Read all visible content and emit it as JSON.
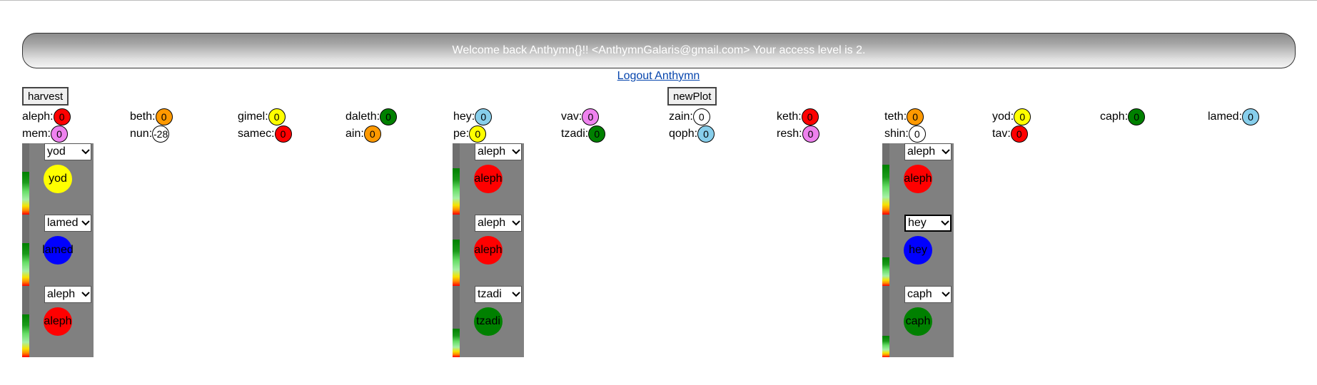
{
  "header": {
    "welcome_text": "Welcome back Anthymn{}!! <AnthymnGalaris@gmail.com> Your access level is 2.",
    "logout_label": "Logout Anthymn"
  },
  "buttons": {
    "harvest_label": "harvest",
    "newplot_label": "newPlot"
  },
  "resources": [
    {
      "name": "aleph:",
      "value": "0",
      "color": "#ff0000"
    },
    {
      "name": "beth:",
      "value": "0",
      "color": "#ff9900"
    },
    {
      "name": "gimel:",
      "value": "0",
      "color": "#ffff00"
    },
    {
      "name": "daleth:",
      "value": "0",
      "color": "#008000"
    },
    {
      "name": "hey:",
      "value": "0",
      "color": "#87ceeb"
    },
    {
      "name": "vav:",
      "value": "0",
      "color": "#ee82ee"
    },
    {
      "name": "zain:",
      "value": "0",
      "color": "#ffffff"
    },
    {
      "name": "keth:",
      "value": "0",
      "color": "#ff0000"
    },
    {
      "name": "teth:",
      "value": "0",
      "color": "#ff9900"
    },
    {
      "name": "yod:",
      "value": "0",
      "color": "#ffff00"
    },
    {
      "name": "caph:",
      "value": "0",
      "color": "#008000"
    },
    {
      "name": "lamed:",
      "value": "0",
      "color": "#87ceeb"
    },
    {
      "name": "mem:",
      "value": "0",
      "color": "#ee82ee"
    },
    {
      "name": "nun:",
      "value": "-28",
      "color": "#ffffff"
    },
    {
      "name": "samec:",
      "value": "0",
      "color": "#ff0000"
    },
    {
      "name": "ain:",
      "value": "0",
      "color": "#ff9900"
    },
    {
      "name": "pe:",
      "value": "0",
      "color": "#ffff00"
    },
    {
      "name": "tzadi:",
      "value": "0",
      "color": "#008000"
    },
    {
      "name": "qoph:",
      "value": "0",
      "color": "#87ceeb"
    },
    {
      "name": "resh:",
      "value": "0",
      "color": "#ee82ee"
    },
    {
      "name": "shin:",
      "value": "0",
      "color": "#ffffff"
    },
    {
      "name": "tav:",
      "value": "0",
      "color": "#ff0000"
    }
  ],
  "plots": [
    {
      "slots": [
        {
          "selected": "yod",
          "crop": "yod",
          "crop_color": "#ffff00",
          "growth": 0.6
        },
        {
          "selected": "lamed",
          "crop": "lamed",
          "crop_color": "#0000ff",
          "growth": 0.6
        },
        {
          "selected": "aleph",
          "crop": "aleph",
          "crop_color": "#ff0000",
          "growth": 0.6
        }
      ]
    },
    {
      "slots": [
        {
          "selected": "aleph",
          "crop": "aleph",
          "crop_color": "#ff0000",
          "growth": 0.65
        },
        {
          "selected": "aleph",
          "crop": "aleph",
          "crop_color": "#ff0000",
          "growth": 0.65
        },
        {
          "selected": "tzadi",
          "crop": "tzadi",
          "crop_color": "#008000",
          "growth": 0.4
        }
      ]
    },
    {
      "slots": [
        {
          "selected": "aleph",
          "crop": "aleph",
          "crop_color": "#ff0000",
          "growth": 0.7
        },
        {
          "selected": "hey",
          "crop": "hey",
          "crop_color": "#0000ff",
          "growth": 0.4,
          "focused": true
        },
        {
          "selected": "caph",
          "crop": "caph",
          "crop_color": "#008000",
          "growth": 0.3
        }
      ]
    }
  ]
}
